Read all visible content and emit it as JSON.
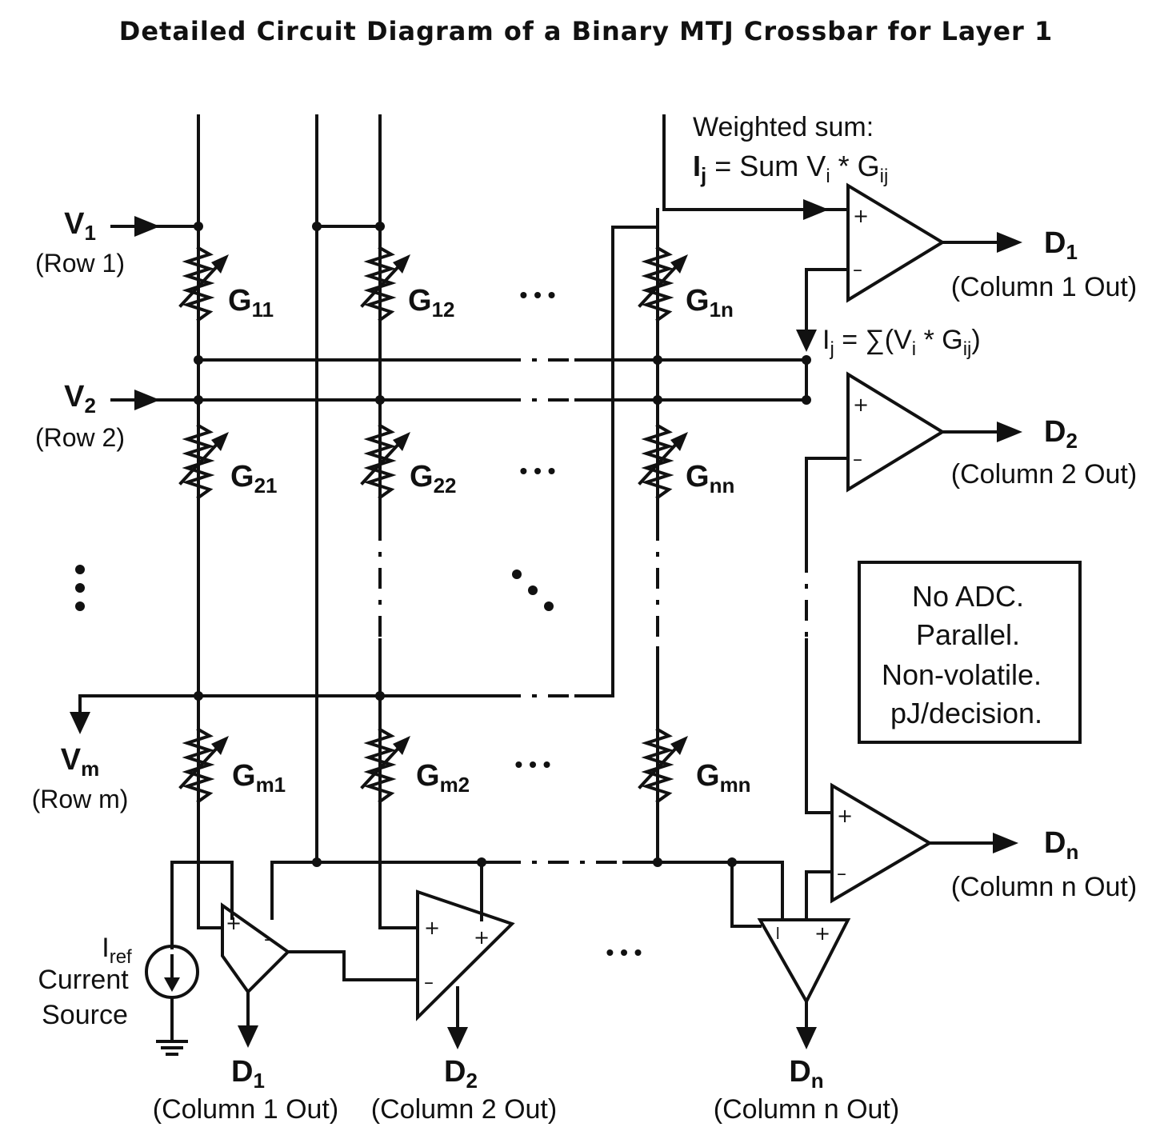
{
  "title": "Detailed Circuit Diagram of a Binary MTJ Crossbar for Layer 1",
  "rows": [
    {
      "v": "V",
      "v_sub": "1",
      "label": "(Row 1)"
    },
    {
      "v": "V",
      "v_sub": "2",
      "label": "(Row 2)"
    },
    {
      "v": "V",
      "v_sub": "m",
      "label": "(Row m)"
    }
  ],
  "conductances": [
    {
      "base": "G",
      "sub": "11"
    },
    {
      "base": "G",
      "sub": "12"
    },
    {
      "base": "G",
      "sub": "1n"
    },
    {
      "base": "G",
      "sub": "21"
    },
    {
      "base": "G",
      "sub": "22"
    },
    {
      "base": "G",
      "sub": "nn"
    },
    {
      "base": "G",
      "sub": "m1"
    },
    {
      "base": "G",
      "sub": "m2"
    },
    {
      "base": "G",
      "sub": "mn"
    }
  ],
  "weighted_sum": {
    "heading": "Weighted sum:",
    "i": "I",
    "i_sub": "j",
    "eq": " = Sum V",
    "v_sub": "i",
    "times": " * G",
    "g_sub": "ij"
  },
  "sum_formula": {
    "i": "I",
    "i_sub": "j",
    "eq": " = ∑(V",
    "v_sub": "i",
    "times": " * G",
    "g_sub": "ij",
    "close": ")"
  },
  "right_outputs": [
    {
      "d": "D",
      "d_sub": "1",
      "label": "(Column 1 Out)"
    },
    {
      "d": "D",
      "d_sub": "2",
      "label": "(Column 2 Out)"
    },
    {
      "d": "D",
      "d_sub": "n",
      "label": "(Column n Out)"
    }
  ],
  "bottom_outputs": [
    {
      "d": "D",
      "d_sub": "1",
      "label": "(Column 1 Out)"
    },
    {
      "d": "D",
      "d_sub": "2",
      "label": "(Column 2 Out)"
    },
    {
      "d": "D",
      "d_sub": "n",
      "label": "(Column n Out)"
    }
  ],
  "current_source": {
    "i": "I",
    "i_sub": "ref",
    "line1": "Current",
    "line2": "Source"
  },
  "notes": [
    "No ADC.",
    "Parallel.",
    "Non-volatile.",
    "pJ/decision."
  ],
  "ellipsis": "• • •",
  "plus": "+",
  "minus": "–"
}
